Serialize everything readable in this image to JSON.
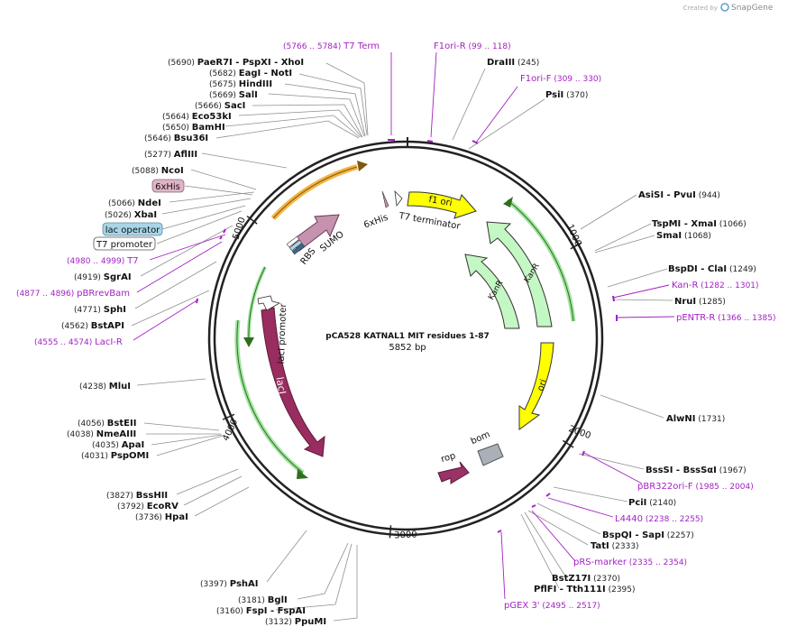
{
  "credit": {
    "text": "Created by",
    "brand": "SnapGene",
    "color": "#999999"
  },
  "plasmid": {
    "name": "pCA528 KATNAL1 MIT residues 1-87",
    "size_label": "5852 bp",
    "length": 5852
  },
  "colors": {
    "backbone": "#222222",
    "enzyme_text": "#111111",
    "position_text": "#222222",
    "primer": "#a321c4",
    "leader": "#8f8f8f",
    "kanR": "#c3f7c3",
    "kanR_border": "#5aa85a",
    "f1ori": "#ffff00",
    "ori": "#ffff00",
    "lacI": "#992d5f",
    "sumo": "#c693ae",
    "rop": "#993366",
    "bom": "#a9b0b8",
    "his_box": "#dfb4c6",
    "lacop_box": "#a8d5e8"
  },
  "ticks": [
    {
      "label": "1000",
      "bp": 1000
    },
    {
      "label": "2000",
      "bp": 2000
    },
    {
      "label": "3000",
      "bp": 3000
    },
    {
      "label": "4000",
      "bp": 4000
    },
    {
      "label": "5000",
      "bp": 5000
    }
  ],
  "enzymes": [
    {
      "pos": "(5690)",
      "name": "PaeR7I",
      "extra": [
        "- PspXI",
        "- XhoI"
      ]
    },
    {
      "pos": "(5682)",
      "name": "EagI",
      "extra": [
        "- NotI"
      ]
    },
    {
      "pos": "(5675)",
      "name": "HindIII",
      "extra": []
    },
    {
      "pos": "(5669)",
      "name": "SalI",
      "extra": []
    },
    {
      "pos": "(5666)",
      "name": "SacI",
      "extra": []
    },
    {
      "pos": "(5664)",
      "name": "Eco53kI",
      "extra": []
    },
    {
      "pos": "(5650)",
      "name": "BamHI",
      "extra": []
    },
    {
      "pos": "(5646)",
      "name": "Bsu36I",
      "extra": []
    },
    {
      "pos": "(5277)",
      "name": "AflIII",
      "extra": []
    },
    {
      "pos": "(5088)",
      "name": "NcoI",
      "extra": []
    },
    {
      "pos": "(5066)",
      "name": "NdeI",
      "extra": []
    },
    {
      "pos": "(5026)",
      "name": "XbaI",
      "extra": []
    },
    {
      "pos": "(4919)",
      "name": "SgrAI",
      "extra": []
    },
    {
      "pos": "(4771)",
      "name": "SphI",
      "extra": []
    },
    {
      "pos": "(4562)",
      "name": "BstAPI",
      "extra": []
    },
    {
      "pos": "(4238)",
      "name": "MluI",
      "extra": []
    },
    {
      "pos": "(4056)",
      "name": "BstEII",
      "extra": []
    },
    {
      "pos": "(4038)",
      "name": "NmeAIII",
      "extra": []
    },
    {
      "pos": "(4035)",
      "name": "ApaI",
      "extra": []
    },
    {
      "pos": "(4031)",
      "name": "PspOMI",
      "extra": []
    },
    {
      "pos": "(3827)",
      "name": "BssHII",
      "extra": []
    },
    {
      "pos": "(3792)",
      "name": "EcoRV",
      "extra": []
    },
    {
      "pos": "(3736)",
      "name": "HpaI",
      "extra": []
    },
    {
      "pos": "(3397)",
      "name": "PshAI",
      "extra": []
    },
    {
      "pos": "(3181)",
      "name": "BglI",
      "extra": []
    },
    {
      "pos": "(3160)",
      "name": "FspI",
      "extra": [
        "- FspAI"
      ]
    },
    {
      "pos": "(3132)",
      "name": "PpuMI",
      "extra": []
    },
    {
      "pos": "(245)",
      "name": "DraIII",
      "extra": []
    },
    {
      "pos": "(370)",
      "name": "PsiI",
      "extra": []
    },
    {
      "pos": "(944)",
      "name": "AsiSI",
      "extra": [
        "- PvuI"
      ]
    },
    {
      "pos": "(1066)",
      "name": "TspMI",
      "extra": [
        "- XmaI"
      ]
    },
    {
      "pos": "(1068)",
      "name": "SmaI",
      "extra": []
    },
    {
      "pos": "(1249)",
      "name": "BspDI",
      "extra": [
        "- ClaI"
      ]
    },
    {
      "pos": "(1285)",
      "name": "NruI",
      "extra": []
    },
    {
      "pos": "(1731)",
      "name": "AlwNI",
      "extra": []
    },
    {
      "pos": "(1967)",
      "name": "BssSI",
      "extra": [
        "- BssSαI"
      ]
    },
    {
      "pos": "(2140)",
      "name": "PciI",
      "extra": []
    },
    {
      "pos": "(2257)",
      "name": "BspQI",
      "extra": [
        "- SapI"
      ]
    },
    {
      "pos": "(2333)",
      "name": "TatI",
      "extra": []
    },
    {
      "pos": "(2370)",
      "name": "BstZ17I",
      "extra": []
    },
    {
      "pos": "(2395)",
      "name": "PflFI",
      "extra": [
        "- Tth111I"
      ]
    }
  ],
  "primers": [
    {
      "name": "T7 Term",
      "range": "(5766 .. 5784)"
    },
    {
      "name": "F1ori-R",
      "range": "(99 .. 118)"
    },
    {
      "name": "F1ori-F",
      "range": "(309 .. 330)"
    },
    {
      "name": "T7",
      "range": "(4980 .. 4999)"
    },
    {
      "name": "pBRrevBam",
      "range": "(4877 .. 4896)"
    },
    {
      "name": "LacI-R",
      "range": "(4555 .. 4574)"
    },
    {
      "name": "Kan-R",
      "range": "(1282 .. 1301)"
    },
    {
      "name": "pENTR-R",
      "range": "(1366 .. 1385)"
    },
    {
      "name": "pBR322ori-F",
      "range": "(1985 .. 2004)"
    },
    {
      "name": "L4440",
      "range": "(2238 .. 2255)"
    },
    {
      "name": "pRS-marker",
      "range": "(2335 .. 2354)"
    },
    {
      "name": "pGEX 3'",
      "range": "(2495 .. 2517)"
    }
  ],
  "boxed_features": [
    {
      "name": "6xHis"
    },
    {
      "name": "lac operator"
    },
    {
      "name": "T7 promoter"
    }
  ],
  "features": {
    "f1ori": "f1 ori",
    "kanR_outer": "KanR",
    "kanR_inner": "KanR",
    "ori": "ori",
    "lacI": "lacI",
    "lacI_promoter": "lacI promoter",
    "sumo": "SUMO",
    "rbs": "RBS",
    "his_inner": "6xHis",
    "t7_terminator": "T7 terminator",
    "rop": "rop",
    "bom": "bom"
  }
}
